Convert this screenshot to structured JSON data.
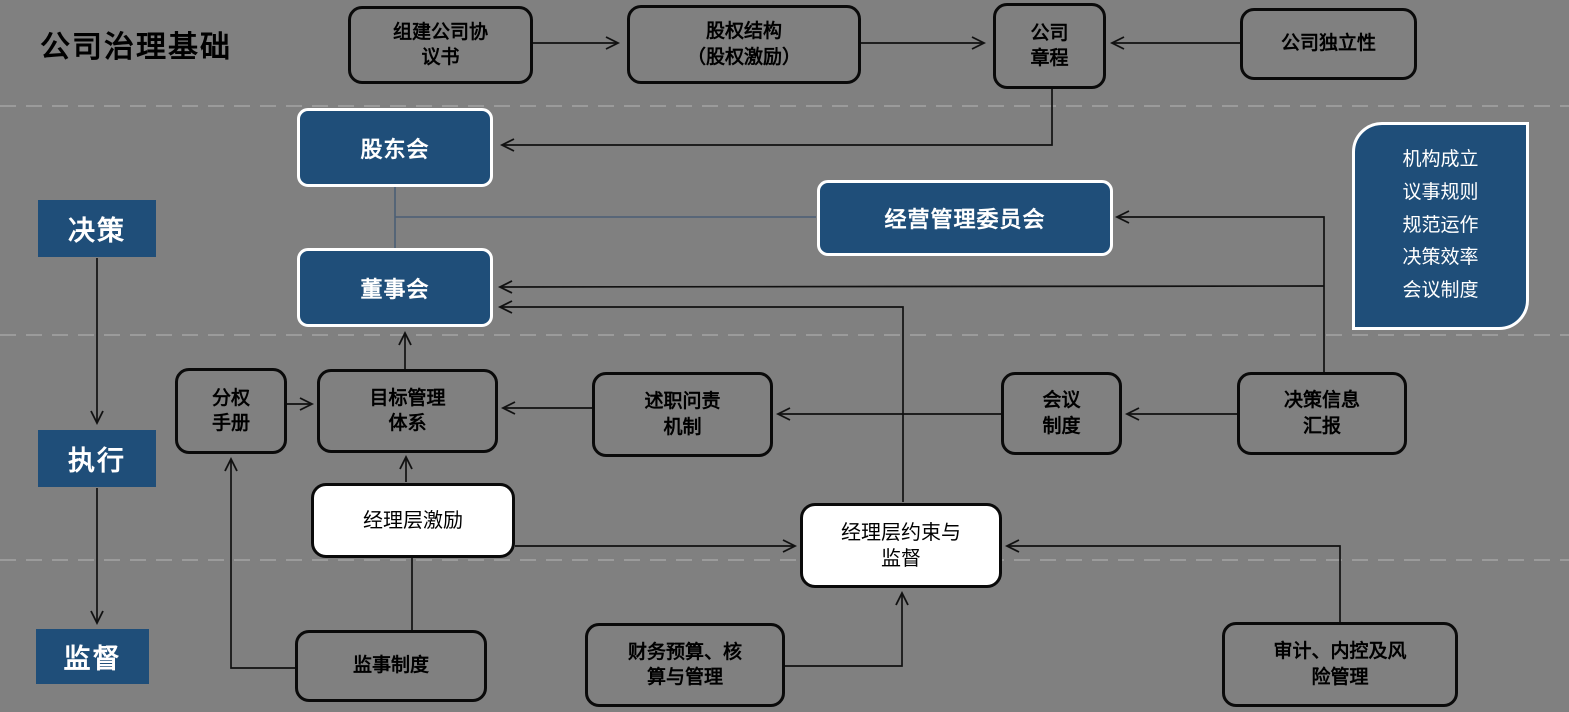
{
  "title": "公司治理基础",
  "colors": {
    "background": "#808080",
    "node_blue": "#1F4E79",
    "connector_black": "#111111",
    "connector_blue": "#4a5e75",
    "dashed_separator": "#9b9b9b",
    "white_node": "#ffffff"
  },
  "lanes": {
    "decision": "决策",
    "execution": "执行",
    "supervision": "监督"
  },
  "nodes": {
    "agreement": "组建公司协\n议书",
    "equity": "股权结构\n（股权激励）",
    "charter": "公司\n章程",
    "independence": "公司独立性",
    "shareholders": "股东会",
    "board": "董事会",
    "mgmt_committee": "经营管理委员会",
    "note": "机构成立\n议事规则\n规范运作\n决策效率\n会议制度",
    "delegation": "分权\n手册",
    "target_mgmt": "目标管理\n体系",
    "accountability": "述职问责\n机制",
    "meeting": "会议\n制度",
    "decision_info": "决策信息\n汇报",
    "incentive": "经理层激励",
    "restraint": "经理层约束与\n监督",
    "supervisor_sys": "监事制度",
    "finance": "财务预算、核\n算与管理",
    "audit": "审计、内控及风\n险管理"
  }
}
